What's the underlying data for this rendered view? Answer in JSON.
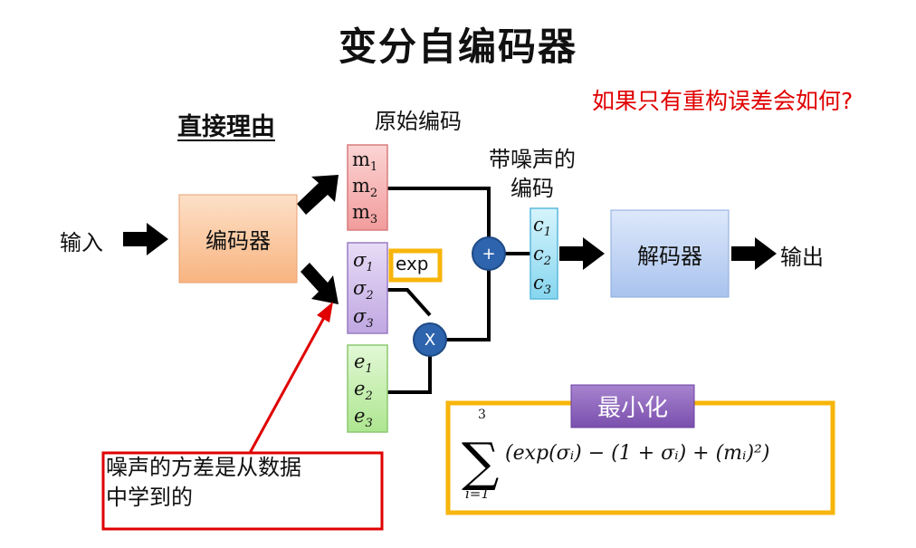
{
  "title": "变分自编码器",
  "question": "如果只有重构误差会如何?",
  "direct_reason": "直接理由",
  "labels": {
    "original_code": "原始编码",
    "noisy_code_line1": "带噪声的",
    "noisy_code_line2": "编码",
    "input": "输入",
    "output": "输出",
    "exp": "exp",
    "plus": "+",
    "times": "X"
  },
  "blocks": {
    "encoder": "编码器",
    "decoder": "解码器"
  },
  "vectors": {
    "m": [
      {
        "base": "m",
        "sub": "1"
      },
      {
        "base": "m",
        "sub": "2"
      },
      {
        "base": "m",
        "sub": "3"
      }
    ],
    "sigma": [
      {
        "base": "σ",
        "sub": "1"
      },
      {
        "base": "σ",
        "sub": "2"
      },
      {
        "base": "σ",
        "sub": "3"
      }
    ],
    "e": [
      {
        "base": "e",
        "sub": "1"
      },
      {
        "base": "e",
        "sub": "2"
      },
      {
        "base": "e",
        "sub": "3"
      }
    ],
    "c": [
      {
        "base": "c",
        "sub": "1"
      },
      {
        "base": "c",
        "sub": "2"
      },
      {
        "base": "c",
        "sub": "3"
      }
    ]
  },
  "note": {
    "line1": "噪声的方差是从数据",
    "line2": "中学到的"
  },
  "minimize": {
    "label": "最小化",
    "sum_upper": "3",
    "sum_lower": "i=1",
    "expression": "(exp(σᵢ) − (1 + σᵢ) + (mᵢ)²)"
  },
  "colors": {
    "encoder_fill": "#fbc8a0",
    "decoder_fill": "#c4d6f5",
    "m_fill": "#f7b8b8",
    "sigma_fill": "#d6c4ec",
    "e_fill": "#c9f0b4",
    "c_fill": "#aee6f6",
    "operator_fill": "#2e64ad",
    "gold": "#f7b50a",
    "red": "#e00000",
    "purple": "#8e5fba"
  }
}
